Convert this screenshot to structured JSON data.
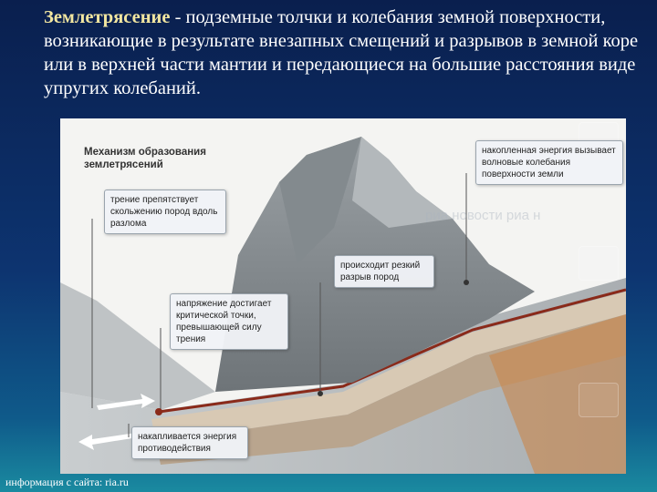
{
  "slide": {
    "term": "Землетрясение",
    "definition": " - подземные толчки и колебания земной поверхности, возникающие в результате внезапных смещений и разрывов в земной коре или в верхней части мантии и передающиеся на большие расстояния виде упругих колебаний."
  },
  "figure": {
    "heading": "Механизм образования землетрясений",
    "callouts": {
      "friction": "трение препятствует скольжению пород вдоль разлома",
      "energy_waves": "накопленная энергия вызывает волновые колебания поверхности земли",
      "rupture": "происходит резкий разрыв пород",
      "stress": "напряжение достигает критической точки, превышающей силу трения",
      "accumulation": "накапливается энергия противодействия"
    },
    "watermark": "риа новости  риа н"
  },
  "footer": {
    "source": "информация с сайта: ria.ru"
  },
  "colors": {
    "accent_term": "#f2e6a0",
    "fault_line": "#8a2a1a",
    "arrow": "#ffffff"
  }
}
